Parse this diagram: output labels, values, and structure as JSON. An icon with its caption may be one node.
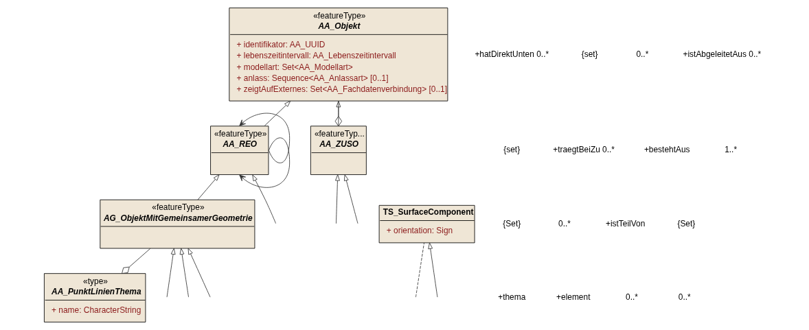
{
  "diagram": {
    "nodes": [
      {
        "text": [
          "«featureType»",
          "AA_Objekt",
          "+ identifikator: AA_UUID",
          "+ lebenszeitintervall: AA_Lebenszeitintervall",
          "+ modellart: Set<AA_Modellart>",
          "+ anlass: Sequence<AA_Anlassart> [0..1]",
          "+ zeigtAufExternes: Set<AA_Fachdatenverbindung> [0..1]"
        ]
      },
      {
        "text": [
          "«featureType»",
          "AA_REO"
        ]
      },
      {
        "text": [
          "«type»",
          "AA_PunktLinienThema",
          "+ name: CharacterString"
        ]
      },
      {
        "text": [
          "«featureTyp...",
          "AA_ZUSO"
        ]
      },
      {
        "text": [
          "«featureType»",
          "AG_ObjektMitGemeinsamerGeometrie"
        ]
      },
      {
        "text": [
          "TS_SurfaceComponent",
          "+ orientation: Sign"
        ]
      }
    ],
    "edges": [
      {
        "from": 1,
        "to": 0,
        "arrow": "to"
      },
      {
        "from": 1,
        "to": 1,
        "arrow": "to"
      },
      {
        "from": null,
        "to": 1,
        "arrow": "to"
      },
      {
        "from": 1,
        "to": 1,
        "arrow": "to"
      },
      {
        "from": 4,
        "to": 1,
        "arrow": "to"
      },
      {
        "from": 3,
        "to": 0,
        "arrow": "to"
      },
      {
        "from": 3,
        "to": 0,
        "arrow": "other"
      },
      {
        "from": null,
        "to": 3,
        "arrow": "to"
      },
      {
        "from": null,
        "to": 3,
        "arrow": "to"
      },
      {
        "from": 2,
        "to": 4,
        "arrow": "other"
      },
      {
        "from": null,
        "to": 4,
        "arrow": "to"
      },
      {
        "from": null,
        "to": 5,
        "arrow": "none",
        "style": "dashed"
      },
      {
        "from": null,
        "to": 4,
        "arrow": "to"
      },
      {
        "from": null,
        "to": 4,
        "arrow": "to"
      },
      {
        "from": null,
        "to": 5,
        "arrow": "to"
      }
    ],
    "labels": [
      "+hatDirektUnten 0..*",
      "{set}",
      "0..*",
      "+istAbgeleitetAus 0..*",
      "{set}",
      "+traegtBeiZu 0..*",
      "+bestehtAus",
      "1..*",
      "{Set}",
      "0..*",
      "+istTeilVon",
      "{Set}",
      "+thema",
      "+element",
      "0..*",
      "0..*"
    ]
  }
}
